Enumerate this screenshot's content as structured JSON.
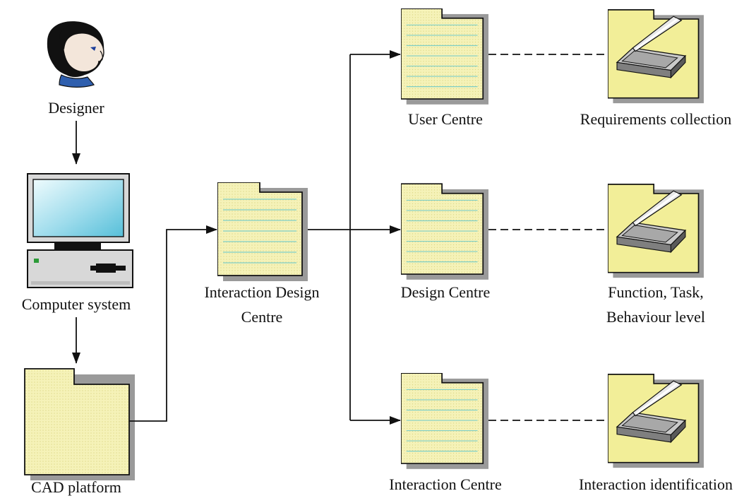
{
  "nodes": {
    "designer": {
      "label": "Designer"
    },
    "computer_system": {
      "label": "Computer system"
    },
    "cad_platform": {
      "label": "CAD platform"
    },
    "interaction_design_centre": {
      "label_line1": "Interaction Design",
      "label_line2": "Centre"
    },
    "user_centre": {
      "label": "User Centre"
    },
    "design_centre": {
      "label": "Design Centre"
    },
    "interaction_centre": {
      "label": "Interaction Centre"
    },
    "requirements_collection": {
      "label": "Requirements collection"
    },
    "function_task_behaviour": {
      "label_line1": "Function, Task,",
      "label_line2": "Behaviour level"
    },
    "interaction_identification": {
      "label": "Interaction identification"
    }
  },
  "colors": {
    "folder_fill": "#f5f2b8",
    "folder_fill_bright": "#f2ee98",
    "doc_lines": "#7fcfc7",
    "shadow": "#9a9a9a",
    "line": "#111111",
    "monitor_frame": "#d8d8d8",
    "screen_light": "#d9f3f8",
    "screen_dark": "#66c6df",
    "hair": "#111111",
    "collar": "#2f5fae",
    "eye": "#1b3d99"
  },
  "icons": {
    "designer": "person-icon",
    "computer": "computer-icon",
    "folder": "folder-icon",
    "document": "document-folder-icon",
    "scanner": "scanner-icon"
  }
}
